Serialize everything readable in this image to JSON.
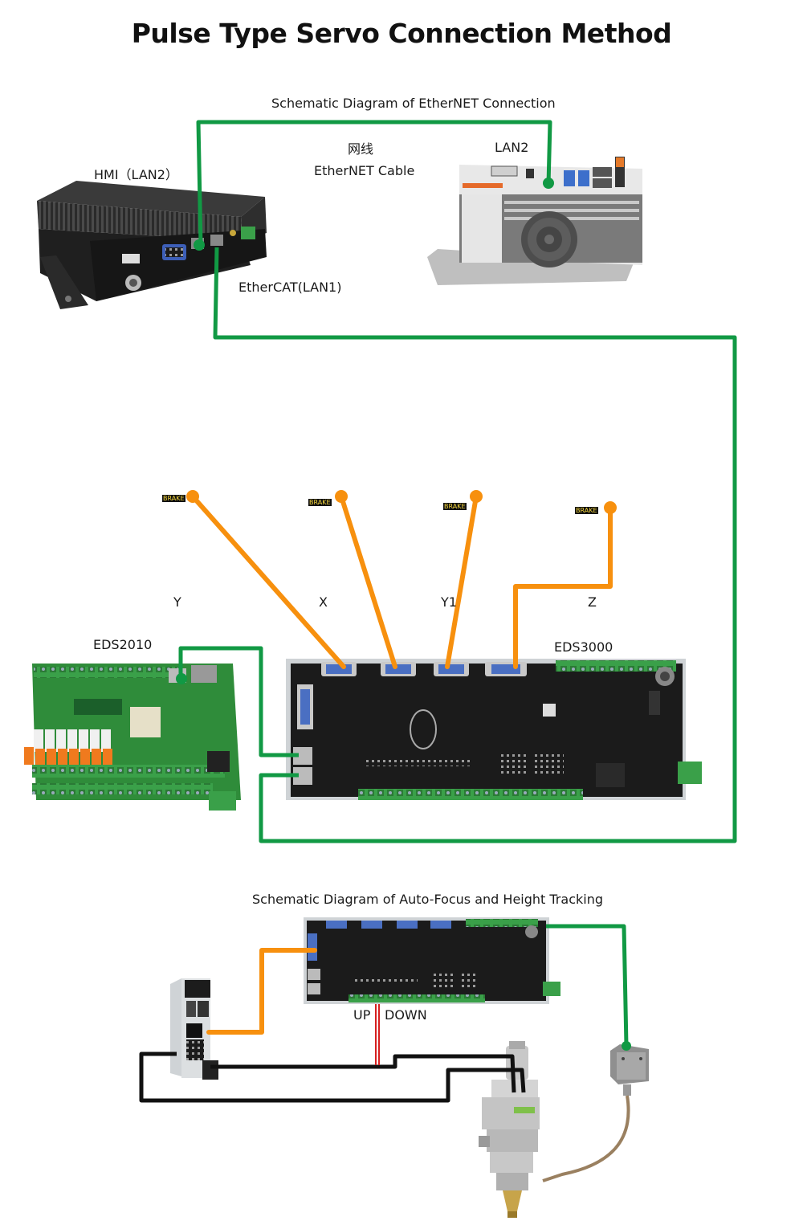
{
  "title": "Pulse Type Servo Connection Method",
  "ethernet_section": {
    "heading": "Schematic Diagram of EtherNET Connection",
    "cable_label_cn": "网线",
    "cable_label": "EtherNET Cable",
    "hmi_label": "HMI（LAN2）",
    "controller_port_label": "LAN2",
    "ethercat_label": "EtherCAT(LAN1)"
  },
  "servo_drives": [
    {
      "label": "Y",
      "brake_text": "BRAKE"
    },
    {
      "label": "X",
      "brake_text": "BRAKE"
    },
    {
      "label": "Y1",
      "brake_text": "BRAKE"
    },
    {
      "label": "Z",
      "brake_text": "BRAKE"
    }
  ],
  "io_board_label": "EDS2010",
  "main_board_label": "EDS3000",
  "autofocus_section": {
    "heading": "Schematic Diagram of Auto-Focus and Height Tracking",
    "up_label": "UP",
    "down_label": "DOWN"
  },
  "colors": {
    "ethernet_cable": "#119944",
    "pulse_cable": "#f7900e",
    "motor_cable": "#111111",
    "signal_wire": "#d62020",
    "pcb_green": "#2f8c3a",
    "pcb_black": "#1b1b1b"
  }
}
